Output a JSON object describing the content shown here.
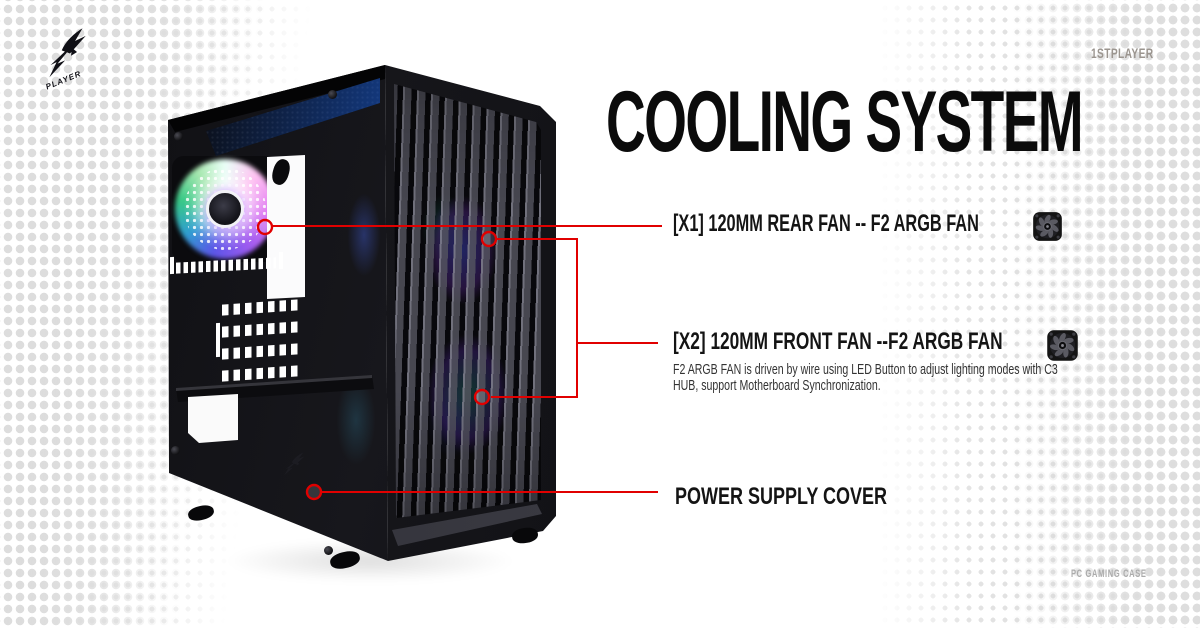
{
  "brand": {
    "logo_player_text": "PLAYER",
    "wordmark": "1STPLAYER",
    "tagline": "PC GAMING CASE"
  },
  "title": "COOLING SYSTEM",
  "callouts": {
    "rear_fan": {
      "label": "[X1] 120MM REAR FAN -- F2 ARGB FAN"
    },
    "front_fan": {
      "label": "[X2] 120MM FRONT FAN --F2 ARGB FAN",
      "description": "F2 ARGB FAN is driven by wire using LED Button to adjust lighting modes with C3 HUB, support Motherboard Synchronization."
    },
    "psu": {
      "label": "POWER SUPPLY COVER"
    }
  },
  "colors": {
    "accent_red": "#e10000",
    "title": "#0b0b0b",
    "dots": "#dddddd",
    "wordmark_gray": "#9b958f",
    "tagline_gray": "#ababab"
  }
}
